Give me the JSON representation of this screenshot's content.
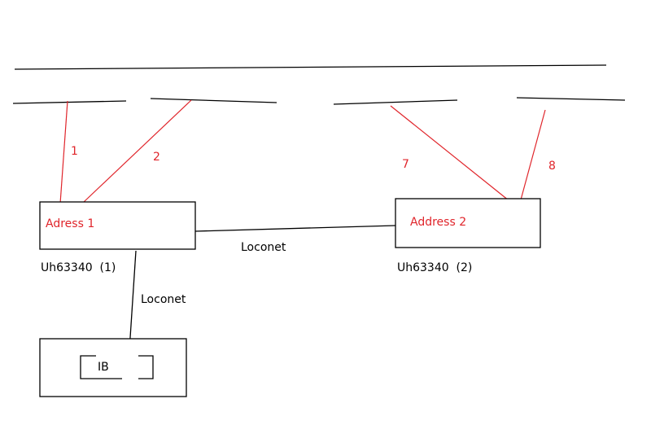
{
  "colors": {
    "track": "#000000",
    "wire": "#e0252b",
    "text_black": "#000000",
    "text_red": "#e0252b"
  },
  "labels": {
    "wire_1": "1",
    "wire_2": "2",
    "wire_7": "7",
    "wire_8": "8",
    "address_1": "Adress 1",
    "address_2": "Address 2",
    "loconet_link": "Loconet",
    "loconet_ib": "Loconet",
    "module_1_caption": "Uh63340  (1)",
    "module_2_caption": "Uh63340  (2)",
    "ib": "IB"
  }
}
